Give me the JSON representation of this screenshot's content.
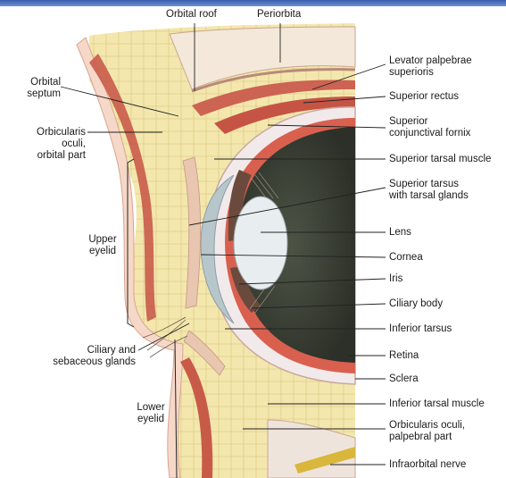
{
  "labels": {
    "orbital_roof": "Orbital roof",
    "periorbita": "Periorbita",
    "levator": [
      "Levator palpebrae",
      "superioris"
    ],
    "superior_rectus": "Superior rectus",
    "superior_fornix": [
      "Superior",
      "conjunctival fornix"
    ],
    "superior_tarsal_muscle": "Superior tarsal muscle",
    "superior_tarsus": [
      "Superior tarsus",
      "with tarsal glands"
    ],
    "lens": "Lens",
    "cornea": "Cornea",
    "iris": "Iris",
    "ciliary_body": "Ciliary body",
    "inferior_tarsus": "Inferior tarsus",
    "retina": "Retina",
    "sclera": "Sclera",
    "inferior_tarsal_muscle": "Inferior tarsal muscle",
    "orbicularis_palpebral": [
      "Orbicularis oculi,",
      "palpebral part"
    ],
    "infraorbital_nerve": "Infraorbital nerve",
    "orbital_septum": [
      "Orbital",
      "septum"
    ],
    "orbicularis_orbital": [
      "Orbicularis",
      "oculi,",
      "orbital part"
    ],
    "upper_eyelid": [
      "Upper",
      "eyelid"
    ],
    "ciliary_glands": [
      "Ciliary and",
      "sebaceous glands"
    ],
    "lower_eyelid": [
      "Lower",
      "eyelid"
    ]
  },
  "colors": {
    "skin": "#f6d8c8",
    "fat": "#f2e6ae",
    "muscle": "#c85a48",
    "sclera": "#f4eeee",
    "retina": "#d96050",
    "vitreous": "#3c4236",
    "lens": "#e6ecee",
    "cornea": "#b9c7cc",
    "bone": "#efe4dc"
  }
}
